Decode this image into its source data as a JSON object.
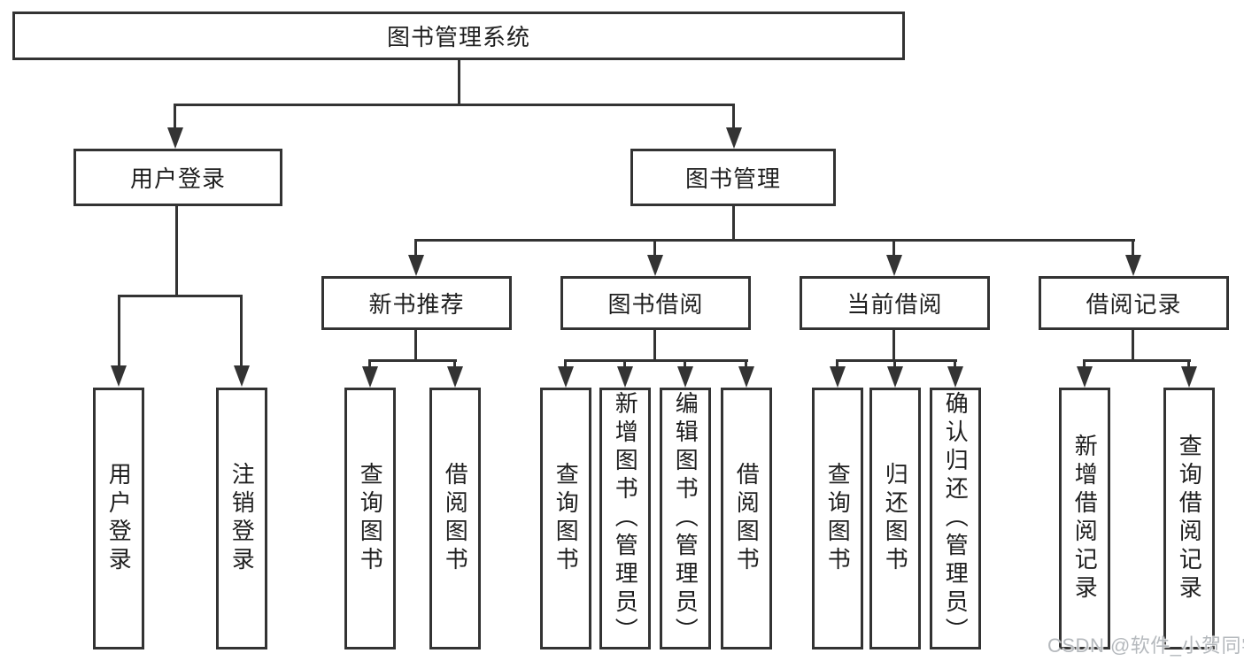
{
  "diagram_title": "图书管理系统",
  "tree": {
    "label": "图书管理系统",
    "children": [
      {
        "label": "用户登录",
        "children": [
          {
            "label": "用户登录"
          },
          {
            "label": "注销登录"
          }
        ]
      },
      {
        "label": "图书管理",
        "children": [
          {
            "label": "新书推荐",
            "children": [
              {
                "label": "查询图书"
              },
              {
                "label": "借阅图书"
              }
            ]
          },
          {
            "label": "图书借阅",
            "children": [
              {
                "label": "查询图书"
              },
              {
                "label": "新增图书（管理员）"
              },
              {
                "label": "编辑图书（管理员）"
              },
              {
                "label": "借阅图书"
              }
            ]
          },
          {
            "label": "当前借阅",
            "children": [
              {
                "label": "查询图书"
              },
              {
                "label": "归还图书"
              },
              {
                "label": "确认归还（管理员）"
              }
            ]
          },
          {
            "label": "借阅记录",
            "children": [
              {
                "label": "新增借阅记录"
              },
              {
                "label": "查询借阅记录"
              }
            ]
          }
        ]
      }
    ]
  },
  "watermark": "CSDN @软件_小贺同学",
  "colors": {
    "line": "#333333",
    "box_border": "#333333",
    "text": "#1f1f1f",
    "watermark": "#b5b9bd",
    "background": "#ffffff"
  }
}
